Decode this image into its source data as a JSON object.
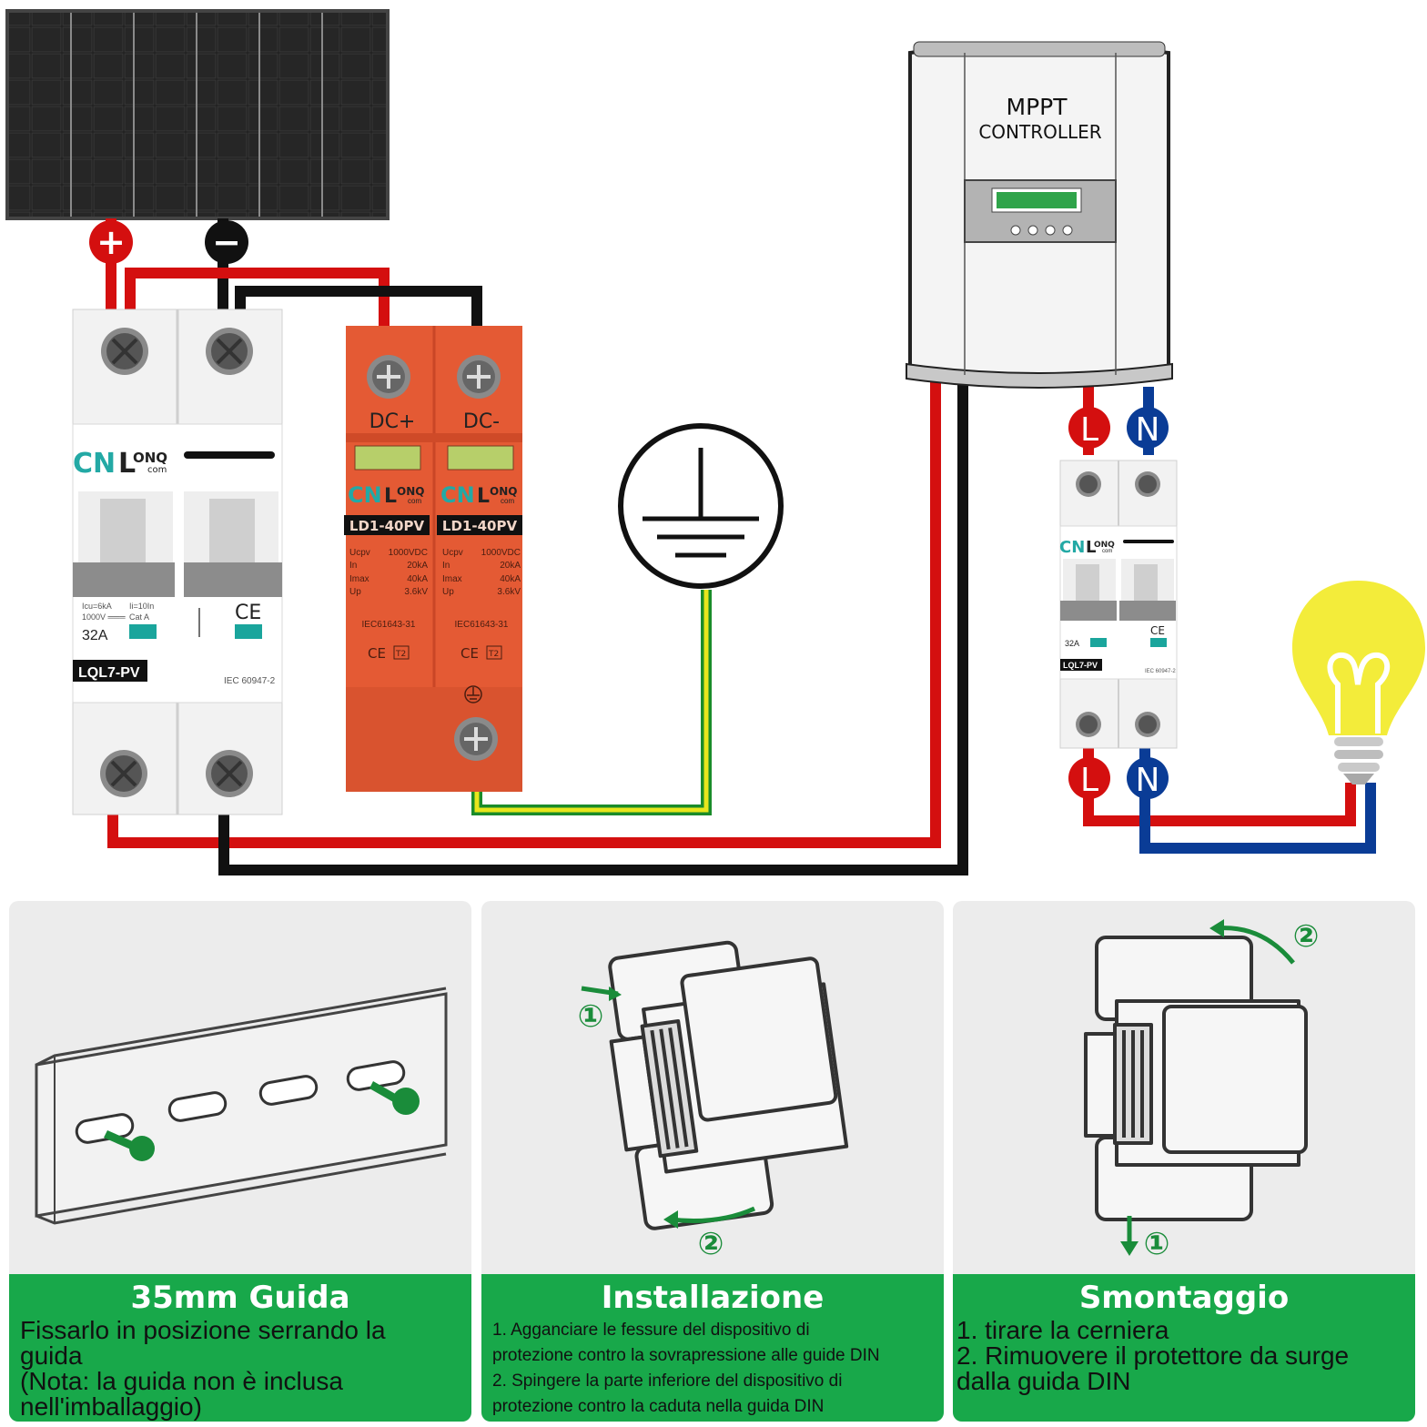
{
  "colors": {
    "dc_positive": "#d40f0f",
    "dc_negative": "#111111",
    "spd_body": "#e45a34",
    "earth_yellow": "#e8e61c",
    "earth_green": "#1a8c2a",
    "neutral": "#0a3c96",
    "panel_green": "#18a84a",
    "bulb": "#f3ec3a"
  },
  "terminals": {
    "plus": "+",
    "minus": "−",
    "line": "L",
    "neutral": "N"
  },
  "breaker": {
    "brand": "CN",
    "brand_l": "L",
    "brand_onq": "ONQ",
    "brand_com": "com",
    "icu": "Icu=6kA",
    "voltage": "1000V ═══",
    "ii": "Ii=10In",
    "cat": "Cat A",
    "rating": "32A",
    "model": "LQL7-PV",
    "standard": "IEC 60947-2",
    "ce": "CE"
  },
  "spd": {
    "label_pos": "DC+",
    "label_neg": "DC-",
    "model": "LD1-40PV",
    "spec_keys": [
      "Ucpv",
      "In",
      "Imax",
      "Up"
    ],
    "spec_vals": [
      "1000VDC",
      "20kA",
      "40kA",
      "3.6kV"
    ],
    "standard": "IEC61643-31",
    "ce": "CE",
    "type": "T2"
  },
  "controller": {
    "line1": "MPPT",
    "line2": "CONTROLLER"
  },
  "panels": [
    {
      "title": "35mm Guida",
      "lines": [
        "Fissarlo in posizione serrando la",
        "guida",
        "(Nota: la guida non è inclusa",
        "nell'imballaggio)"
      ]
    },
    {
      "title": "Installazione",
      "lines": [
        "1. Agganciare le fessure del dispositivo di",
        "protezione contro la sovrapressione alle guide DIN",
        "2. Spingere la parte inferiore del dispositivo di",
        "protezione contro la caduta nella guida DIN"
      ],
      "steps": [
        "①",
        "②"
      ]
    },
    {
      "title": "Smontaggio",
      "lines": [
        "1. tirare la cerniera",
        "2. Rimuovere il protettore da surge",
        "dalla guida DIN"
      ],
      "steps": [
        "②",
        "①"
      ]
    }
  ]
}
